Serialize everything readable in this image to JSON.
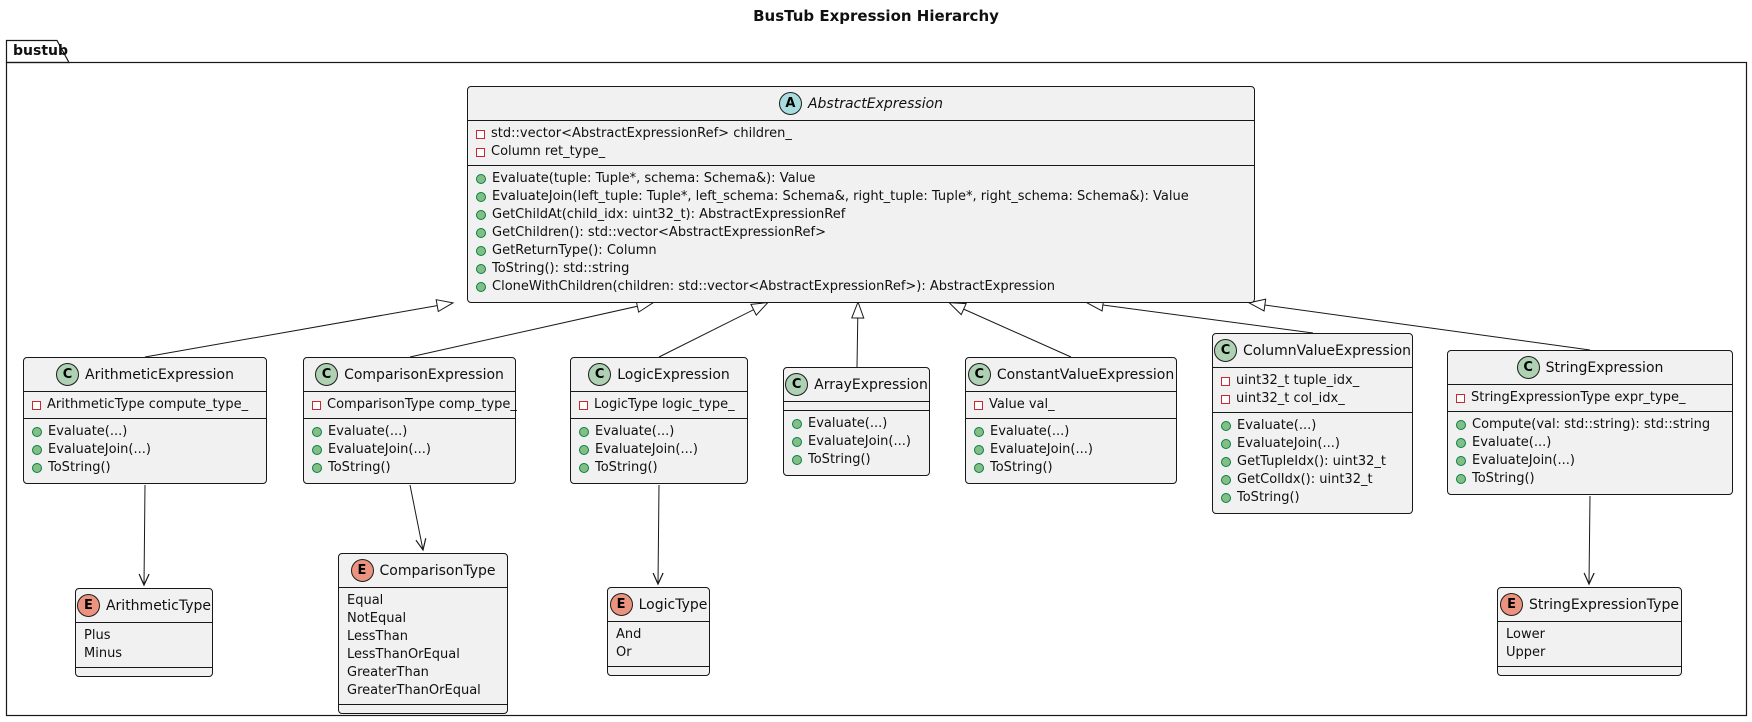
{
  "title": "BusTub Expression Hierarchy",
  "package": {
    "name": "bustub"
  },
  "colors": {
    "box_bg": "#F1F1F1",
    "box_border": "#181818",
    "class_circle": "#ADD1B2",
    "abstract_circle": "#A9DCDF",
    "enum_circle": "#EB937F",
    "field_icon_border": "#C82930",
    "method_icon_fill": "#84BE84",
    "method_icon_border": "#038048"
  },
  "entities": [
    {
      "id": "AbstractExpression",
      "kind": "abstract",
      "letter": "A",
      "name": "AbstractExpression",
      "fields": [
        "std::vector<AbstractExpressionRef> children_",
        "Column ret_type_"
      ],
      "methods": [
        "Evaluate(tuple: Tuple*, schema: Schema&): Value",
        "EvaluateJoin(left_tuple: Tuple*, left_schema: Schema&, right_tuple: Tuple*, right_schema: Schema&): Value",
        "GetChildAt(child_idx: uint32_t): AbstractExpressionRef",
        "GetChildren(): std::vector<AbstractExpressionRef>",
        "GetReturnType(): Column",
        "ToString(): std::string",
        "CloneWithChildren(children: std::vector<AbstractExpressionRef>): AbstractExpression"
      ]
    },
    {
      "id": "ArithmeticExpression",
      "kind": "class",
      "letter": "C",
      "name": "ArithmeticExpression",
      "fields": [
        "ArithmeticType compute_type_"
      ],
      "methods": [
        "Evaluate(...)",
        "EvaluateJoin(...)",
        "ToString()"
      ]
    },
    {
      "id": "ComparisonExpression",
      "kind": "class",
      "letter": "C",
      "name": "ComparisonExpression",
      "fields": [
        "ComparisonType comp_type_"
      ],
      "methods": [
        "Evaluate(...)",
        "EvaluateJoin(...)",
        "ToString()"
      ]
    },
    {
      "id": "LogicExpression",
      "kind": "class",
      "letter": "C",
      "name": "LogicExpression",
      "fields": [
        "LogicType logic_type_"
      ],
      "methods": [
        "Evaluate(...)",
        "EvaluateJoin(...)",
        "ToString()"
      ]
    },
    {
      "id": "ArrayExpression",
      "kind": "class",
      "letter": "C",
      "name": "ArrayExpression",
      "fields": [],
      "methods": [
        "Evaluate(...)",
        "EvaluateJoin(...)",
        "ToString()"
      ]
    },
    {
      "id": "ConstantValueExpression",
      "kind": "class",
      "letter": "C",
      "name": "ConstantValueExpression",
      "fields": [
        "Value val_"
      ],
      "methods": [
        "Evaluate(...)",
        "EvaluateJoin(...)",
        "ToString()"
      ]
    },
    {
      "id": "ColumnValueExpression",
      "kind": "class",
      "letter": "C",
      "name": "ColumnValueExpression",
      "fields": [
        "uint32_t tuple_idx_",
        "uint32_t col_idx_"
      ],
      "methods": [
        "Evaluate(...)",
        "EvaluateJoin(...)",
        "GetTupleIdx(): uint32_t",
        "GetColIdx(): uint32_t",
        "ToString()"
      ]
    },
    {
      "id": "StringExpression",
      "kind": "class",
      "letter": "C",
      "name": "StringExpression",
      "fields": [
        "StringExpressionType expr_type_"
      ],
      "methods": [
        "Compute(val: std::string): std::string",
        "Evaluate(...)",
        "EvaluateJoin(...)",
        "ToString()"
      ]
    },
    {
      "id": "ArithmeticType",
      "kind": "enum",
      "letter": "E",
      "name": "ArithmeticType",
      "values": [
        "Plus",
        "Minus"
      ]
    },
    {
      "id": "ComparisonType",
      "kind": "enum",
      "letter": "E",
      "name": "ComparisonType",
      "values": [
        "Equal",
        "NotEqual",
        "LessThan",
        "LessThanOrEqual",
        "GreaterThan",
        "GreaterThanOrEqual"
      ]
    },
    {
      "id": "LogicType",
      "kind": "enum",
      "letter": "E",
      "name": "LogicType",
      "values": [
        "And",
        "Or"
      ]
    },
    {
      "id": "StringExpressionType",
      "kind": "enum",
      "letter": "E",
      "name": "StringExpressionType",
      "values": [
        "Lower",
        "Upper"
      ]
    }
  ],
  "relations": [
    {
      "from": "ArithmeticExpression",
      "to": "AbstractExpression",
      "type": "extends"
    },
    {
      "from": "ComparisonExpression",
      "to": "AbstractExpression",
      "type": "extends"
    },
    {
      "from": "LogicExpression",
      "to": "AbstractExpression",
      "type": "extends"
    },
    {
      "from": "ArrayExpression",
      "to": "AbstractExpression",
      "type": "extends"
    },
    {
      "from": "ConstantValueExpression",
      "to": "AbstractExpression",
      "type": "extends"
    },
    {
      "from": "ColumnValueExpression",
      "to": "AbstractExpression",
      "type": "extends"
    },
    {
      "from": "StringExpression",
      "to": "AbstractExpression",
      "type": "extends"
    },
    {
      "from": "ArithmeticExpression",
      "to": "ArithmeticType",
      "type": "arrow"
    },
    {
      "from": "ComparisonExpression",
      "to": "ComparisonType",
      "type": "arrow"
    },
    {
      "from": "LogicExpression",
      "to": "LogicType",
      "type": "arrow"
    },
    {
      "from": "StringExpression",
      "to": "StringExpressionType",
      "type": "arrow"
    }
  ]
}
